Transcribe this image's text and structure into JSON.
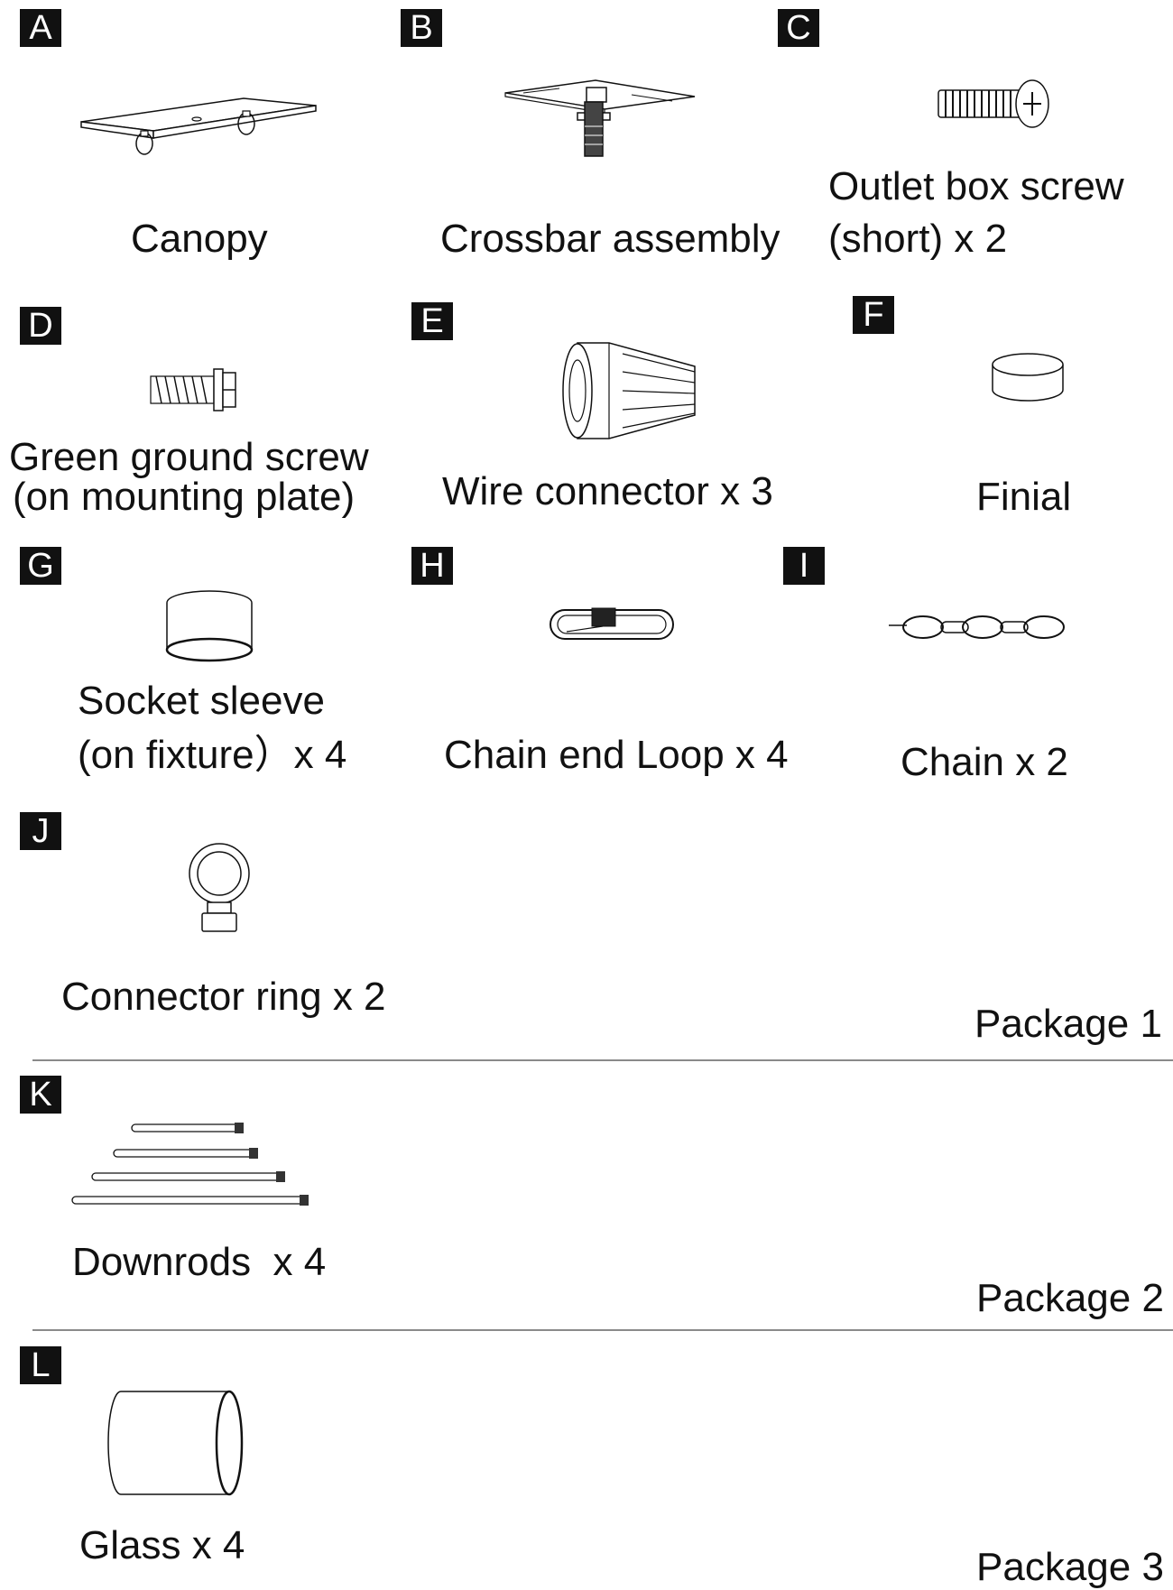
{
  "parts": [
    {
      "letter": "A",
      "label": "Canopy",
      "icon": "canopy-icon"
    },
    {
      "letter": "B",
      "label": "Crossbar assembly",
      "icon": "crossbar-icon"
    },
    {
      "letter": "C",
      "label_line1": "Outlet box screw",
      "label_line2": "(short) x 2",
      "icon": "screw-icon"
    },
    {
      "letter": "D",
      "label_line1": "Green ground screw",
      "label_line2": "(on mounting plate)",
      "icon": "ground-screw-icon"
    },
    {
      "letter": "E",
      "label": "Wire connector x 3",
      "icon": "wire-connector-icon"
    },
    {
      "letter": "F",
      "label": "Finial",
      "icon": "finial-icon"
    },
    {
      "letter": "G",
      "label_line1": "Socket sleeve",
      "label_line2": "(on fixture）x 4",
      "icon": "socket-sleeve-icon"
    },
    {
      "letter": "H",
      "label": "Chain end Loop x 4",
      "icon": "chain-loop-icon"
    },
    {
      "letter": "I",
      "label": "Chain x 2",
      "icon": "chain-icon"
    },
    {
      "letter": "J",
      "label": "Connector ring x 2",
      "icon": "connector-ring-icon"
    },
    {
      "letter": "K",
      "label": "Downrods  x 4",
      "icon": "downrods-icon"
    },
    {
      "letter": "L",
      "label": "Glass x 4",
      "icon": "glass-icon"
    }
  ],
  "packages": [
    "Package 1",
    "Package 2",
    "Package 3"
  ]
}
